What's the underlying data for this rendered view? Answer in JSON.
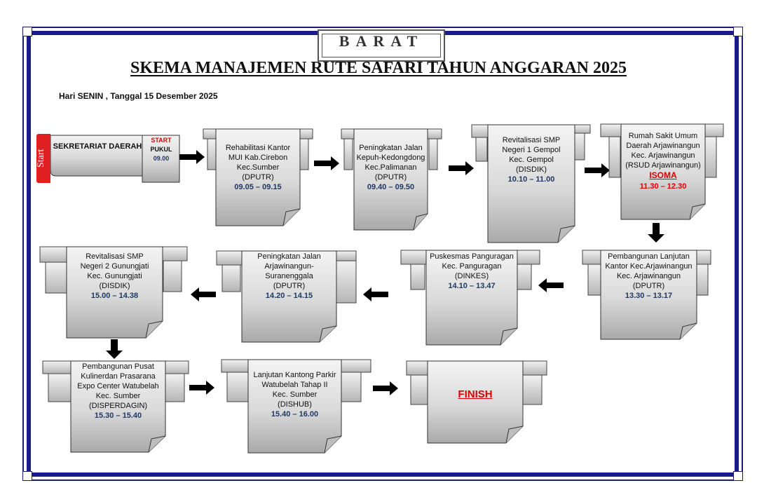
{
  "header": {
    "direction": "BARAT",
    "title": "SKEMA MANAJEMEN RUTE SAFARI TAHUN ANGGARAN 2025",
    "date": "Hari SENIN , Tanggal 15 Desember 2025"
  },
  "start": {
    "tab": "Start",
    "label": "SEKRETARIAT DAERAH",
    "start_word": "START",
    "pukul": "PUKUL",
    "time": "09.00"
  },
  "nodes": [
    {
      "lines": [
        "Rehabilitasi Kantor",
        "MUI Kab.Cirebon",
        "Kec.Sumber",
        "(DPUTR)"
      ],
      "time": "09.05 – 09.15"
    },
    {
      "lines": [
        "Peningkatan Jalan",
        "Kepuh-Kedongdong",
        "Kec.Palimanan",
        "(DPUTR)"
      ],
      "time": "09.40 – 09.50"
    },
    {
      "lines": [
        "Revitalisasi SMP",
        "Negeri 1 Gempol",
        "Kec. Gempol",
        "(DISDIK)"
      ],
      "time": "10.10 – 11.00"
    },
    {
      "lines": [
        "Rumah Sakit Umum",
        "Daerah Arjawinangun",
        "Kec. Arjawinangun",
        "(RSUD Arjawinangun)"
      ],
      "isoma": "ISOMA",
      "time": "11.30 – 12.30"
    },
    {
      "lines": [
        "Pembangunan Lanjutan",
        "Kantor Kec.Arjawinangun",
        "Kec. Arjawinangun",
        "(DPUTR)"
      ],
      "time": "13.30 – 13.17"
    },
    {
      "lines": [
        "Puskesmas Panguragan",
        "Kec. Panguragan",
        "(DINKES)"
      ],
      "time": "14.10 – 13.47"
    },
    {
      "lines": [
        "Peningkatan Jalan",
        "Arjawinangun-",
        "Suranenggala",
        "(DPUTR)"
      ],
      "time": "14.20 – 14.15"
    },
    {
      "lines": [
        "Revitalisasi SMP",
        "Negeri 2 Gunungjati",
        "Kec. Gunungjati",
        "(DISDIK)"
      ],
      "time": "15.00 – 14.38"
    },
    {
      "lines": [
        "Pembangunan Pusat",
        "Kulinerdan Prasarana",
        "Expo Center Watubelah",
        "Kec. Sumber",
        "(DISPERDAGIN)"
      ],
      "time": "15.30 – 15.40"
    },
    {
      "lines": [
        "Lanjutan Kantong Parkir",
        "Watubelah Tahap II",
        "Kec. Sumber",
        "(DISHUB)"
      ],
      "time": "15.40 – 16.00"
    }
  ],
  "finish": "FINISH",
  "colors": {
    "frame": "#1a1a8a",
    "time_text": "#1f3864",
    "highlight": "#e00000",
    "box_fill_light": "#f0f0f0",
    "box_fill_dark": "#a8a8a8"
  }
}
